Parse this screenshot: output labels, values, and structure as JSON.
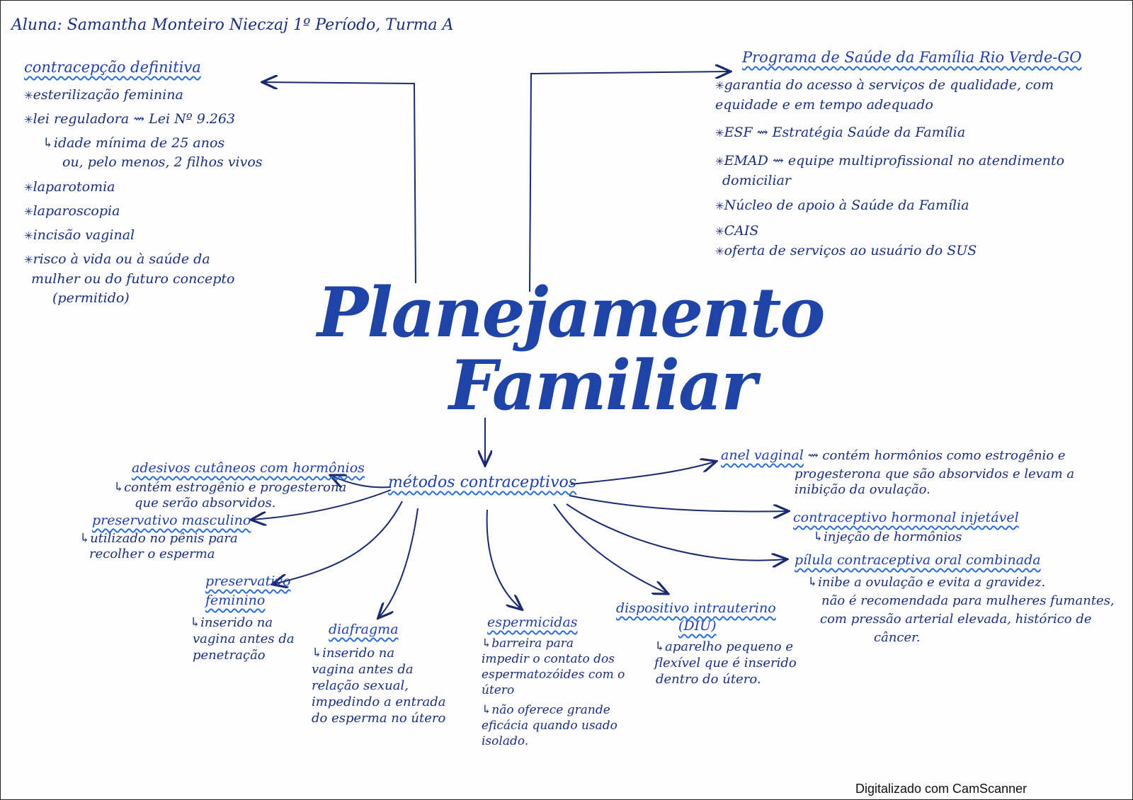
{
  "header": "Aluna: Samantha Monteiro Nieczaj  1º Período, Turma A",
  "title": {
    "line1": "Planejamento",
    "line2": "Familiar"
  },
  "contracepcao": {
    "heading": "contracepção definitiva",
    "items": [
      "esterilização feminina",
      "lei reguladora ⇝ Lei Nº 9.263",
      "idade mínima de 25 anos",
      "ou, pelo menos, 2 filhos vivos",
      "laparotomia",
      "laparoscopia",
      "incisão vaginal",
      "risco à vida ou à saúde da",
      "mulher ou do futuro concepto",
      "(permitido)"
    ]
  },
  "programa": {
    "heading": "Programa de Saúde da Família Rio Verde-GO",
    "items": [
      "garantia do acesso à serviços de qualidade, com",
      "equidade e em tempo adequado",
      "ESF ⇝ Estratégia Saúde da Família",
      "EMAD ⇝ equipe multiprofissional no atendimento",
      "domiciliar",
      "Núcleo de apoio à Saúde da Família",
      "CAIS",
      "oferta de serviços ao usuário do SUS"
    ]
  },
  "metodos": {
    "heading": "métodos contraceptivos"
  },
  "adesivos": {
    "heading": "adesivos cutâneos com hormônios",
    "lines": [
      "contém estrogênio e progesterona",
      "que serão absorvidos."
    ]
  },
  "preserv_masc": {
    "heading": "preservativo masculino",
    "lines": [
      "utilizado no pênis para",
      "recolher o esperma"
    ]
  },
  "preserv_fem": {
    "heading1": "preservativo",
    "heading2": "feminino",
    "lines": [
      "inserido na",
      "vagina antes da",
      "penetração"
    ]
  },
  "diafragma": {
    "heading": "diafragma",
    "lines": [
      "inserido na",
      "vagina antes da",
      "relação sexual,",
      "impedindo a entrada",
      "do esperma no útero"
    ]
  },
  "espermicidas": {
    "heading": "espermicidas",
    "lines": [
      "barreira para",
      "impedir o contato dos",
      "espermatozóides com o",
      "útero",
      "não oferece grande",
      "eficácia quando usado",
      "isolado."
    ]
  },
  "diu": {
    "heading1": "dispositivo intrauterino",
    "heading2": "(DIU)",
    "lines": [
      "aparelho pequeno e",
      "flexível que é inserido",
      "dentro do útero."
    ]
  },
  "anel": {
    "heading": "anel vaginal",
    "lines": [
      "⇝ contém hormônios como estrogênio e",
      "progesterona que são absorvidos e levam a",
      "inibição da ovulação."
    ]
  },
  "injetavel": {
    "heading": "contraceptivo hormonal injetável",
    "lines": [
      "injeção de hormônios"
    ]
  },
  "pilula": {
    "heading": "pílula contraceptiva oral combinada",
    "lines": [
      "inibe a ovulação e evita a gravidez.",
      "não é recomendada para mulheres fumantes,",
      "com pressão arterial elevada, histórico de",
      "câncer."
    ]
  },
  "watermark": "Digitalizado com CamScanner"
}
